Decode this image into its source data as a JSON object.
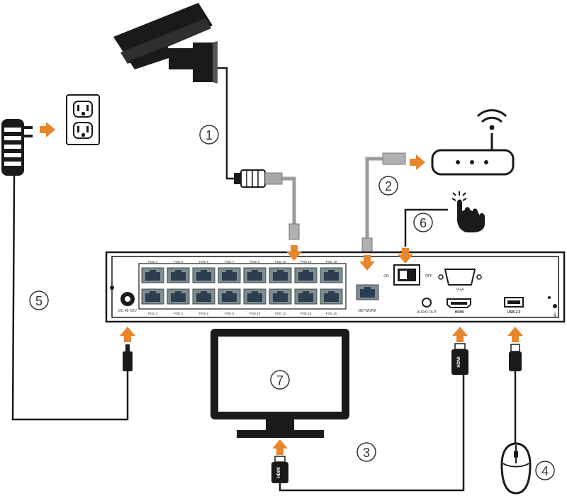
{
  "colors": {
    "arrow": "#e8862e",
    "ink": "#1a1a1a",
    "cable_gray": "#9a9a9a",
    "port_gray": "#7f8c8d"
  },
  "callouts": [
    "1",
    "2",
    "3",
    "4",
    "5",
    "6",
    "7"
  ],
  "nvr": {
    "poe_top": [
      "POE 1",
      "POE 3",
      "POE 5",
      "POE 7",
      "POE 9",
      "POE 11",
      "POE 13",
      "POE 15"
    ],
    "poe_bottom": [
      "POE 2",
      "POE 4",
      "POE 6",
      "POE 8",
      "POE 10",
      "POE 12",
      "POE 14",
      "POE 16"
    ],
    "dc_label": "DC 48~52V",
    "network_label": "NETWORK",
    "on_label": "ON",
    "off_label": "OFF",
    "vga_label": "VGA",
    "audio_label": "AUDIO OUT",
    "hdmi_label": "HDMI",
    "usb_label": "USB 2.0"
  },
  "connectors": {
    "hdmi_plug_label": "HDMI"
  },
  "icons": [
    "camera-icon",
    "wall-outlet-icon",
    "power-adapter-icon",
    "router-icon",
    "hand-press-icon",
    "monitor-icon",
    "mouse-icon"
  ]
}
